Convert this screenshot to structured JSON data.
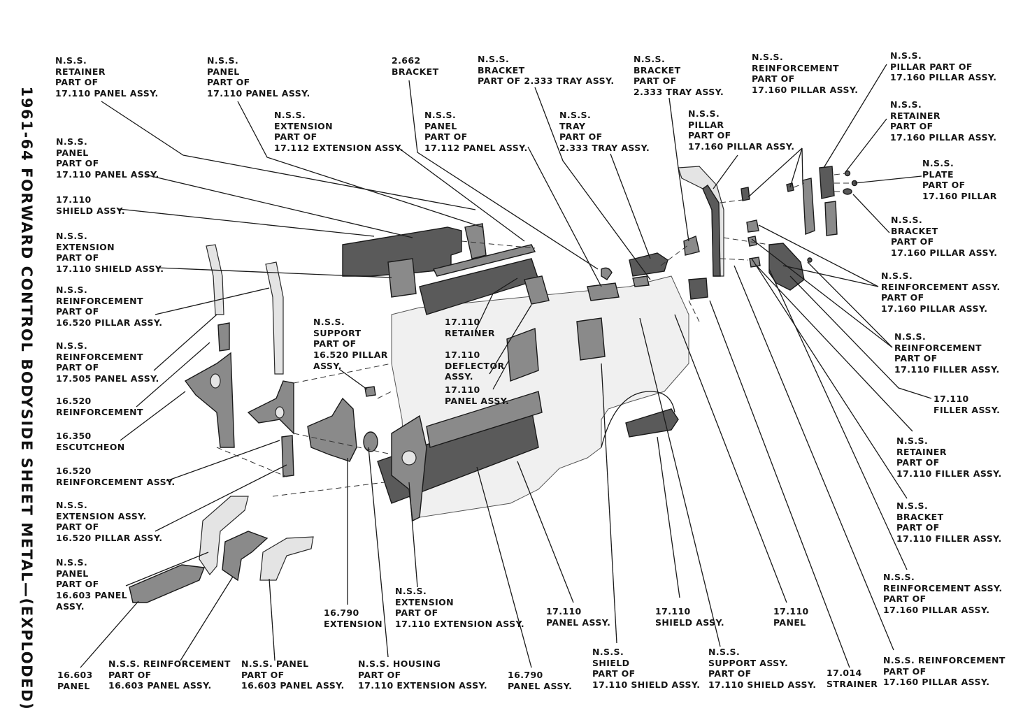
{
  "title": "1961-64 FORWARD CONTROL BODYSIDE SHEET METAL—(EXPLODED)",
  "labels": {
    "l01": "N.S.S.\nRETAINER\nPART OF\n17.110 PANEL ASSY.",
    "l02": "N.S.S.\nPANEL\nPART OF\n17.110 PANEL ASSY.",
    "l03": "N.S.S.\nEXTENSION\nPART OF\n17.112 EXTENSION ASSY.",
    "l04": "2.662\nBRACKET",
    "l05": "N.S.S.\nPANEL\nPART OF\n17.112 PANEL ASSY.",
    "l06": "N.S.S.\nBRACKET\nPART OF 2.333 TRAY ASSY.",
    "l07": "N.S.S.\nTRAY\nPART OF\n2.333 TRAY ASSY.",
    "l08": "N.S.S.\nBRACKET\nPART OF\n2.333 TRAY ASSY.",
    "l09": "N.S.S.\nPILLAR\nPART OF\n17.160 PILLAR ASSY.",
    "l10": "N.S.S.\nREINFORCEMENT\nPART OF\n17.160 PILLAR ASSY.",
    "l11": "N.S.S.\nPILLAR PART OF\n17.160 PILLAR ASSY.",
    "l12": "N.S.S.\nRETAINER\nPART OF\n17.160 PILLAR ASSY.",
    "l13": "N.S.S.\nPLATE\nPART OF\n17.160 PILLAR",
    "l14": "N.S.S.\nBRACKET\nPART OF\n17.160 PILLAR ASSY.",
    "l15": "N.S.S.\nREINFORCEMENT ASSY.\nPART OF\n17.160 PILLAR ASSY.",
    "l16": "N.S.S.\nREINFORCEMENT\nPART OF\n17.110 FILLER ASSY.",
    "l17": "17.110\nFILLER ASSY.",
    "l18": "N.S.S.\nRETAINER\nPART OF\n17.110 FILLER ASSY.",
    "l19": "N.S.S.\nBRACKET\nPART OF\n17.110 FILLER ASSY.",
    "l20": "N.S.S.\nREINFORCEMENT ASSY.\nPART OF\n17.160 PILLAR ASSY.",
    "l21": "N.S.S. REINFORCEMENT\nPART OF\n17.160 PILLAR ASSY.",
    "l22": "17.014\nSTRAINER",
    "l23": "17.110\nPANEL",
    "l24": "N.S.S.\nSUPPORT ASSY.\nPART OF\n17.110 SHIELD ASSY.",
    "l25": "17.110\nSHIELD ASSY.",
    "l26": "N.S.S.\nSHIELD\nPART OF\n17.110 SHIELD ASSY.",
    "l27": "17.110\nPANEL ASSY.",
    "l28": "16.790\nPANEL ASSY.",
    "l29": "N.S.S.\nEXTENSION\nPART OF\n17.110 EXTENSION ASSY.",
    "l30": "N.S.S. HOUSING\nPART OF\n17.110 EXTENSION ASSY.",
    "l31": "16.790\nEXTENSION",
    "l32": "N.S.S. PANEL\nPART OF\n16.603 PANEL ASSY.",
    "l33": "N.S.S. REINFORCEMENT\nPART OF\n16.603 PANEL ASSY.",
    "l34": "16.603\nPANEL",
    "l35": "N.S.S.\nPANEL\nPART OF\n16.603 PANEL\nASSY.",
    "l36": "N.S.S.\nEXTENSION ASSY.\nPART OF\n16.520 PILLAR ASSY.",
    "l37": "16.520\nREINFORCEMENT ASSY.",
    "l38": "16.350\nESCUTCHEON",
    "l39": "16.520\nREINFORCEMENT",
    "l40": "N.S.S.\nREINFORCEMENT\nPART OF\n17.505 PANEL ASSY.",
    "l41": "N.S.S.\nREINFORCEMENT\nPART OF\n16.520 PILLAR ASSY.",
    "l42": "N.S.S.\nEXTENSION\nPART OF\n17.110 SHIELD ASSY.",
    "l43": "17.110\nSHIELD ASSY.",
    "l44": "N.S.S.\nPANEL\nPART OF\n17.110 PANEL ASSY.",
    "l45": "N.S.S.\nSUPPORT\nPART OF\n16.520 PILLAR\nASSY.",
    "l46": "17.110\nRETAINER",
    "l47": "17.110\nDEFLECTOR\nASSY.",
    "l48": "17.110\nPANEL ASSY."
  },
  "colors": {
    "ink": "#151515",
    "paper": "#ffffff",
    "part_dark": "#5a5a5a",
    "part_light": "#e4e4e4"
  }
}
